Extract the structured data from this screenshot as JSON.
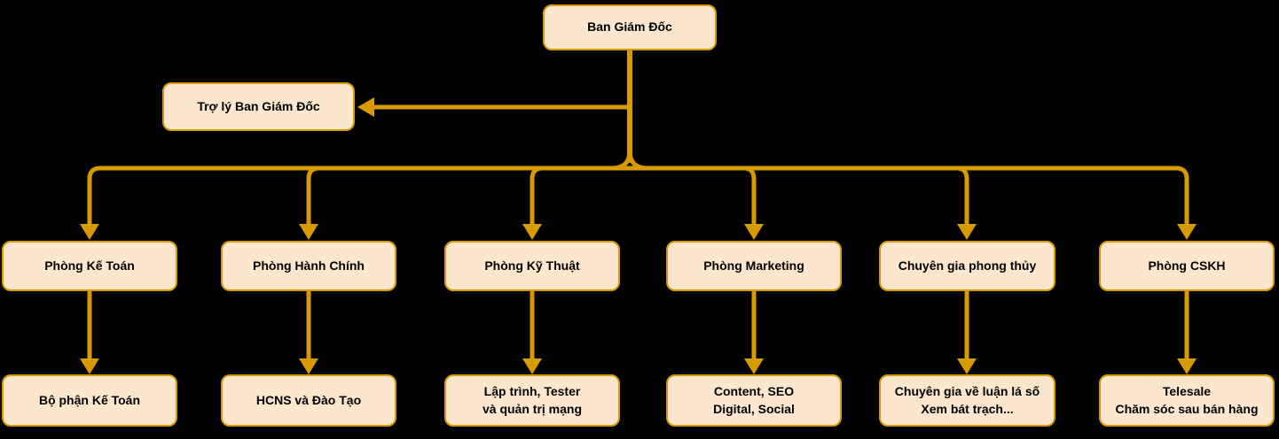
{
  "org_chart": {
    "root": "Ban Giám Đốc",
    "assistant": "Trợ lý Ban Giám Đốc",
    "departments": [
      {
        "label": "Phòng Kế Toán",
        "sub_label": "Bộ phận Kế Toán"
      },
      {
        "label": "Phòng Hành Chính",
        "sub_label": "HCNS và Đào Tạo"
      },
      {
        "label": "Phòng Kỹ Thuật",
        "sub_label": "Lập trình, Tester\nvà quản trị mạng"
      },
      {
        "label": "Phòng Marketing",
        "sub_label": "Content, SEO\nDigital, Social"
      },
      {
        "label": "Chuyên gia phong thủy",
        "sub_label": "Chuyên gia về luận lá số\nXem bát trạch..."
      },
      {
        "label": "Phòng CSKH",
        "sub_label": "Telesale\nChăm sóc sau bán hàng"
      }
    ]
  },
  "theme": {
    "node_fill": "#FCE6CE",
    "node_stroke": "#D79B00",
    "edge_color": "#D79B00",
    "text_color": "#000000",
    "background": "#000000"
  }
}
